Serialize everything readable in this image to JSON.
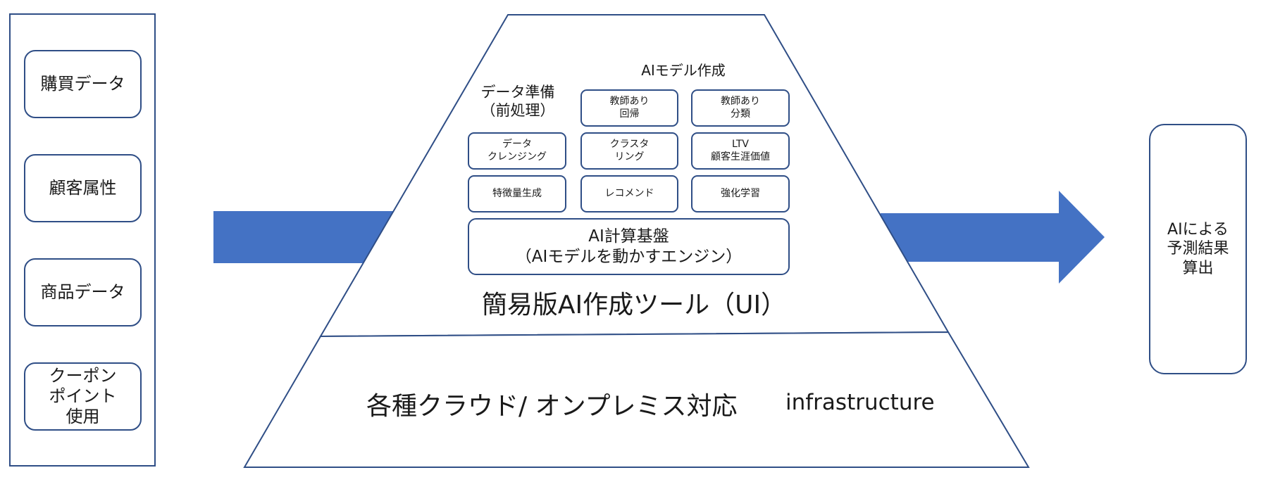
{
  "inputs": {
    "items": [
      {
        "label": "購買データ"
      },
      {
        "label": "顧客属性"
      },
      {
        "label": "商品データ"
      },
      {
        "label": "クーポン\nポイント\n使用"
      }
    ]
  },
  "tool": {
    "model_header": "AIモデル作成",
    "prep_header": "データ準備\n（前処理）",
    "boxes": {
      "supervised_regression": "教師あり\n回帰",
      "supervised_classification": "教師あり\n分類",
      "data_cleansing": "データ\nクレンジング",
      "clustering": "クラスタ\nリング",
      "ltv": "LTV\n顧客生涯価値",
      "feature_generation": "特徴量生成",
      "recommend": "レコメンド",
      "reinforcement_learning": "強化学習"
    },
    "engine": "AI計算基盤\n（AIモデルを動かすエンジン）",
    "title": "簡易版AI作成ツール（UI）"
  },
  "infra": {
    "label": "各種クラウド/ オンプレミス対応",
    "label_en": "infrastructure"
  },
  "result": {
    "label": "AIによる\n予測結果\n算出"
  },
  "colors": {
    "outline": "#2f4e86",
    "arrow": "#4472c4",
    "background": "#ffffff"
  }
}
